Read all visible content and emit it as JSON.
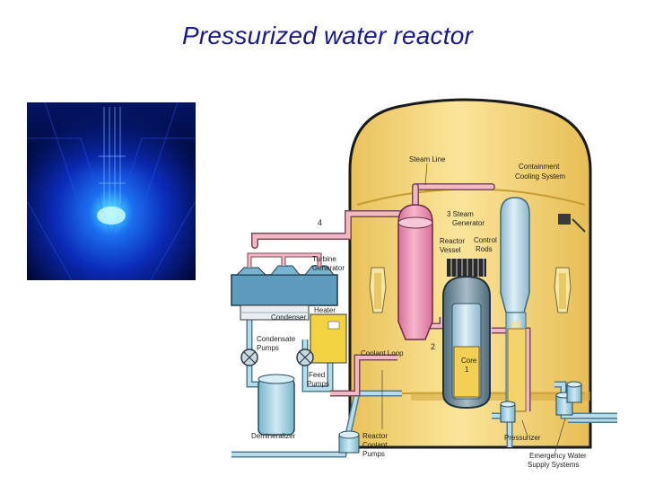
{
  "slide": {
    "title": "Pressurized water reactor"
  },
  "diagram": {
    "labels": {
      "steam_line": "Steam Line",
      "containment_1": "Containment",
      "containment_2": "Cooling System",
      "num_4": "4",
      "num_3_steam": "3 Steam",
      "generator": "Generator",
      "reactor": "Reactor",
      "vessel": "Vessel",
      "control": "Control",
      "rods": "Rods",
      "turbine": "Turbine",
      "turbine_generator": "Generator",
      "condenser": "Condenser",
      "heater": "Heater",
      "condensate": "Condensate",
      "pumps": "Pumps",
      "coolant_loop": "Coolant Loop",
      "num_2": "2",
      "core": "Core",
      "num_1": "1",
      "feed": "Feed",
      "feed_pumps": "Pumps",
      "demineralizer": "Demineralizer",
      "reactor_cp": "Reactor",
      "coolant": "Coolant",
      "rc_pumps": "Pumps",
      "pressurizer": "Pressurizer",
      "emergency_1": "Emergency Water",
      "emergency_2": "Supply Systems"
    }
  },
  "colors": {
    "containment": "#f7d977",
    "pipe_pink": "#f2b8c6",
    "pipe_blue": "#b8dcea",
    "vessel_pink": "#ea90ae",
    "reactor_blue": "#b9d9e6"
  }
}
